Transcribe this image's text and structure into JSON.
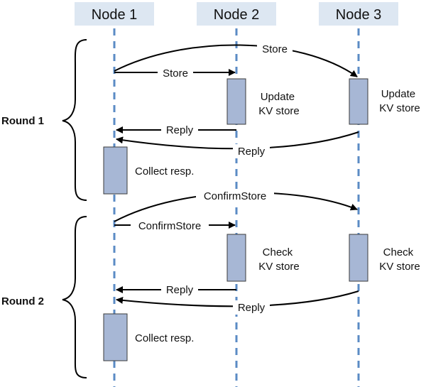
{
  "colors": {
    "header_fill": "#dde7f2",
    "lifeline": "#5b8bc5",
    "activation_fill": "#a7b7d5",
    "activation_stroke": "#3b3b3b",
    "arrow": "#000000"
  },
  "nodes": [
    {
      "label": "Node 1"
    },
    {
      "label": "Node 2"
    },
    {
      "label": "Node 3"
    }
  ],
  "rounds": [
    {
      "label": "Round 1"
    },
    {
      "label": "Round 2"
    }
  ],
  "messages": [
    {
      "label": "Store"
    },
    {
      "label": "Store"
    },
    {
      "label": "Reply"
    },
    {
      "label": "Reply"
    },
    {
      "label": "ConfirmStore"
    },
    {
      "label": "ConfirmStore"
    },
    {
      "label": "Reply"
    },
    {
      "label": "Reply"
    }
  ],
  "activations": [
    {
      "lines": [
        "Update",
        "KV store"
      ]
    },
    {
      "lines": [
        "Update",
        "KV store"
      ]
    },
    {
      "lines": [
        "Collect resp."
      ]
    },
    {
      "lines": [
        "Check",
        "KV store"
      ]
    },
    {
      "lines": [
        "Check",
        "KV store"
      ]
    },
    {
      "lines": [
        "Collect resp."
      ]
    }
  ]
}
